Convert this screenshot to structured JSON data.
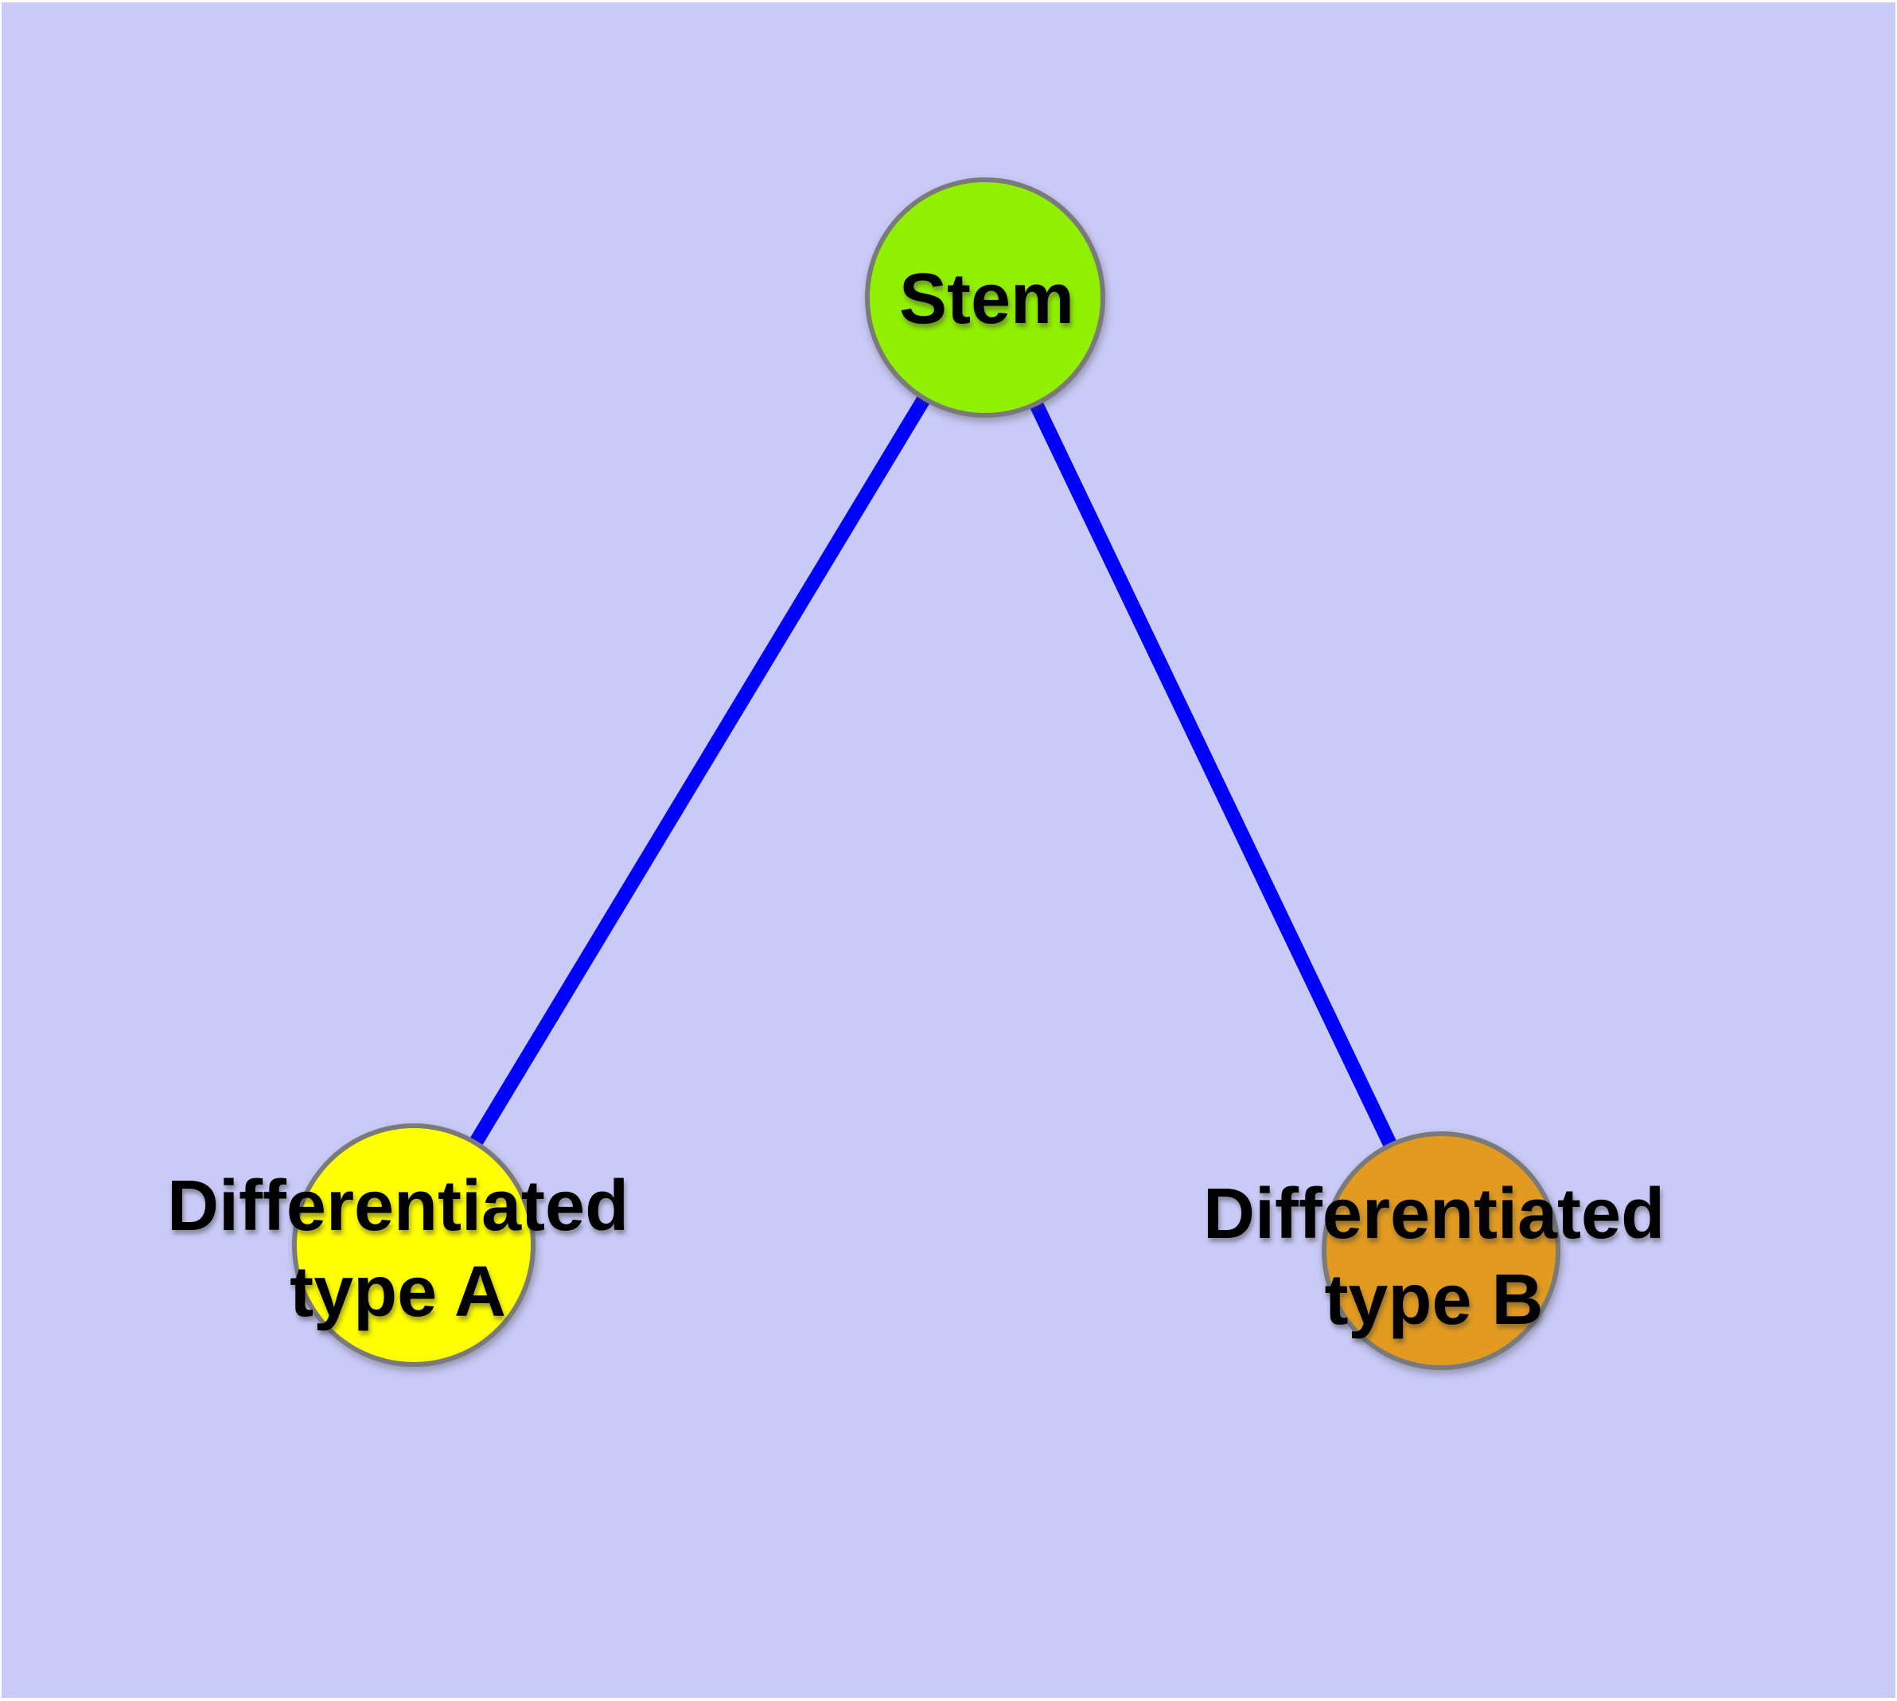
{
  "diagram": {
    "page_margin_color": "#FFFFFF",
    "background_color": "#CACAF8",
    "edge_color": "#0000FF",
    "node_border_color": "#7A7A7A",
    "label_color": "#000000",
    "nodes": {
      "stem": {
        "label": "Stem",
        "fill": "#90F000"
      },
      "type_a": {
        "label_line1": "Differentiated",
        "label_line2": "type A",
        "fill": "#FFFF00"
      },
      "type_b": {
        "label_line1": "Differentiated",
        "label_line2": "type B",
        "fill": "#E29B20"
      }
    },
    "edges": [
      {
        "from": "stem",
        "to": "type_a"
      },
      {
        "from": "stem",
        "to": "type_b"
      }
    ]
  }
}
